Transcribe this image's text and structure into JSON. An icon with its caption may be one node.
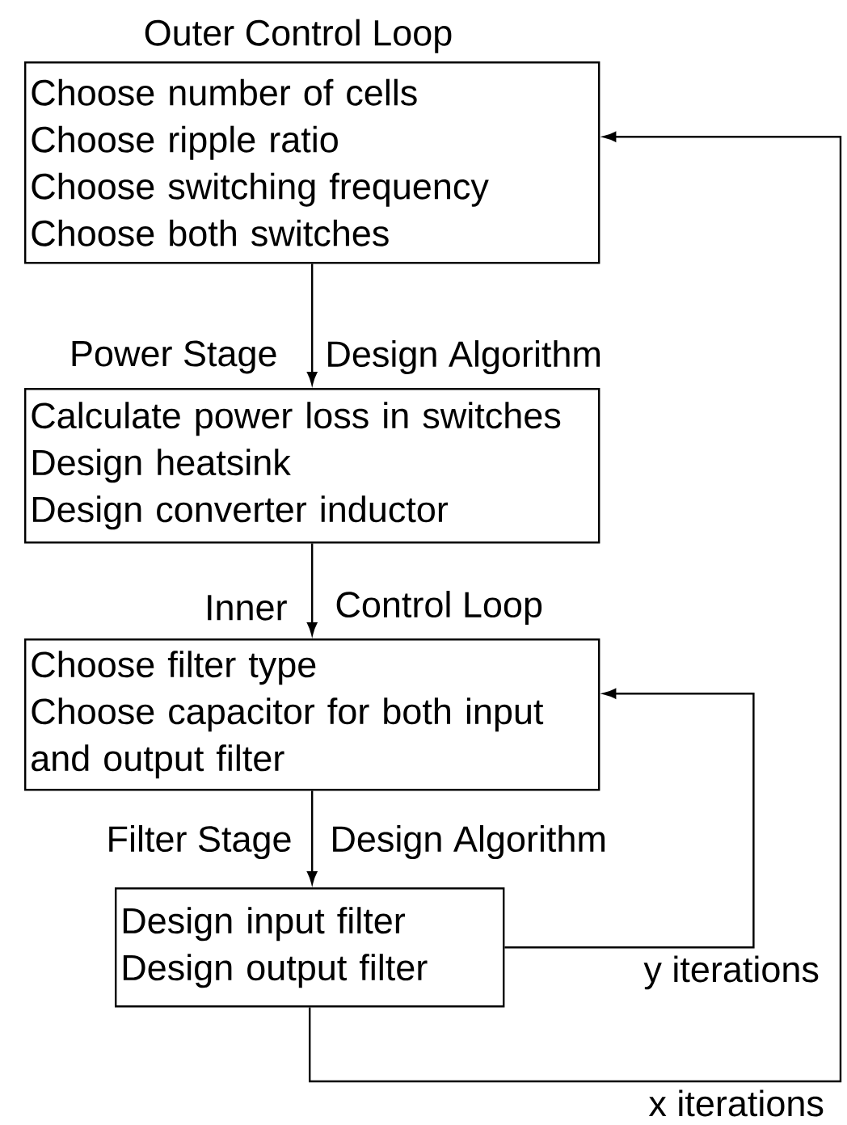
{
  "diagram": {
    "nodes": [
      {
        "text": [
          "Outer Control Loop",
          "Choose number of cells",
          "Choose ripple ratio",
          "Choose switching frequency",
          "Choose both switches"
        ]
      },
      {
        "text": [
          "Calculate power loss in switches",
          "Design heatsink",
          "Design converter inductor"
        ]
      },
      {
        "text": [
          "Choose filter type",
          "Choose capacitor for both input and output filter"
        ]
      },
      {
        "text": [
          "Design input filter",
          "Design output filter"
        ]
      }
    ],
    "edges": [
      {
        "from": 0,
        "to": 1,
        "arrow": "to"
      },
      {
        "from": 1,
        "to": 2,
        "arrow": "to"
      },
      {
        "from": 2,
        "to": 3,
        "arrow": "to"
      },
      {
        "from": 3,
        "to": 2,
        "arrow": "to",
        "label": "y iterations"
      },
      {
        "from": 3,
        "to": 0,
        "arrow": "to",
        "label": "x iterations"
      }
    ],
    "labels": [
      "Power Stage",
      "Design Algorithm",
      "Inner",
      "Control Loop",
      "Filter Stage",
      "Design Algorithm"
    ]
  }
}
